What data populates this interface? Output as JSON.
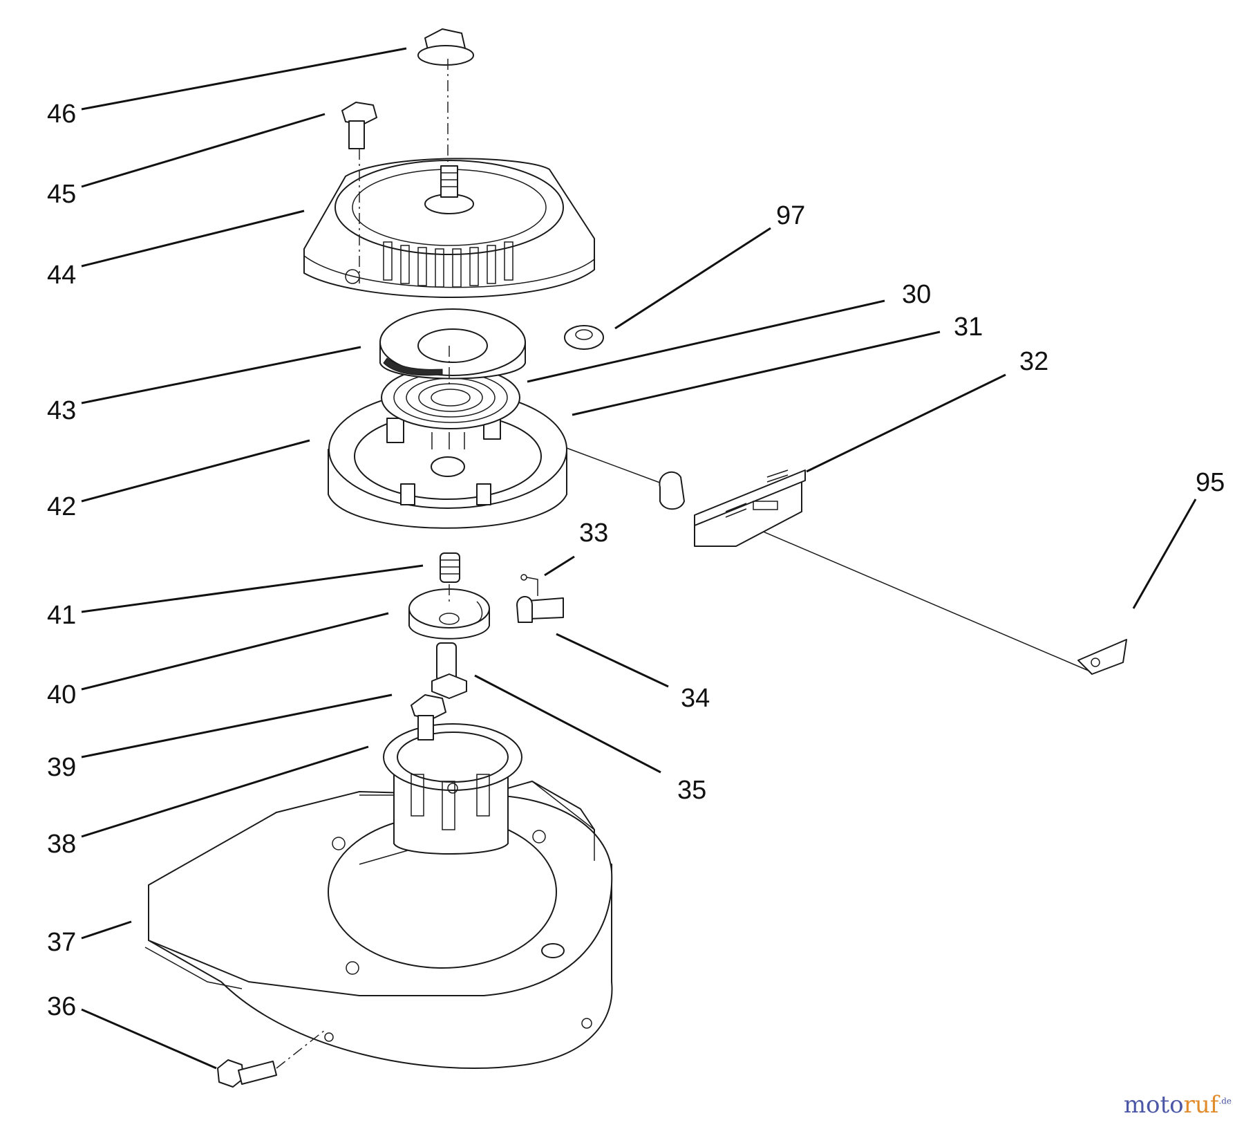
{
  "callouts": [
    "46",
    "45",
    "44",
    "43",
    "42",
    "41",
    "40",
    "39",
    "38",
    "37",
    "36",
    "97",
    "30",
    "31",
    "32",
    "95",
    "33",
    "34",
    "35"
  ],
  "watermark": {
    "main": "moto",
    "accent": "ruf",
    "suffix": ".de"
  }
}
